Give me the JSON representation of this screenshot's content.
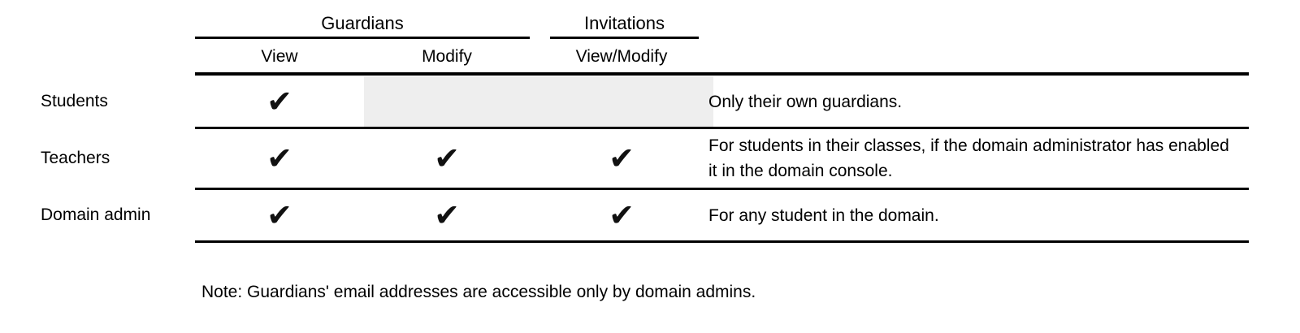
{
  "table": {
    "groups": [
      {
        "label": "Guardians"
      },
      {
        "label": "Invitations"
      }
    ],
    "subheaders": {
      "view": "View",
      "modify": "Modify",
      "view_modify": "View/Modify"
    },
    "check_glyph": "✔",
    "rows": [
      {
        "role": "Students",
        "checks": {
          "view": true,
          "modify": false,
          "view_modify": false
        },
        "note": "Only their own guardians."
      },
      {
        "role": "Teachers",
        "checks": {
          "view": true,
          "modify": true,
          "view_modify": true
        },
        "note": "For students in their classes, if the domain administrator has enabled it in the domain console."
      },
      {
        "role": "Domain admin",
        "checks": {
          "view": true,
          "modify": true,
          "view_modify": true
        },
        "note": "For any student in the domain."
      }
    ]
  },
  "footnote": "Note: Guardians' email addresses are accessible only by domain admins.",
  "colors": {
    "text": "#000000",
    "line": "#000000",
    "shaded_cell": "#eeeeee",
    "background": "#ffffff"
  }
}
